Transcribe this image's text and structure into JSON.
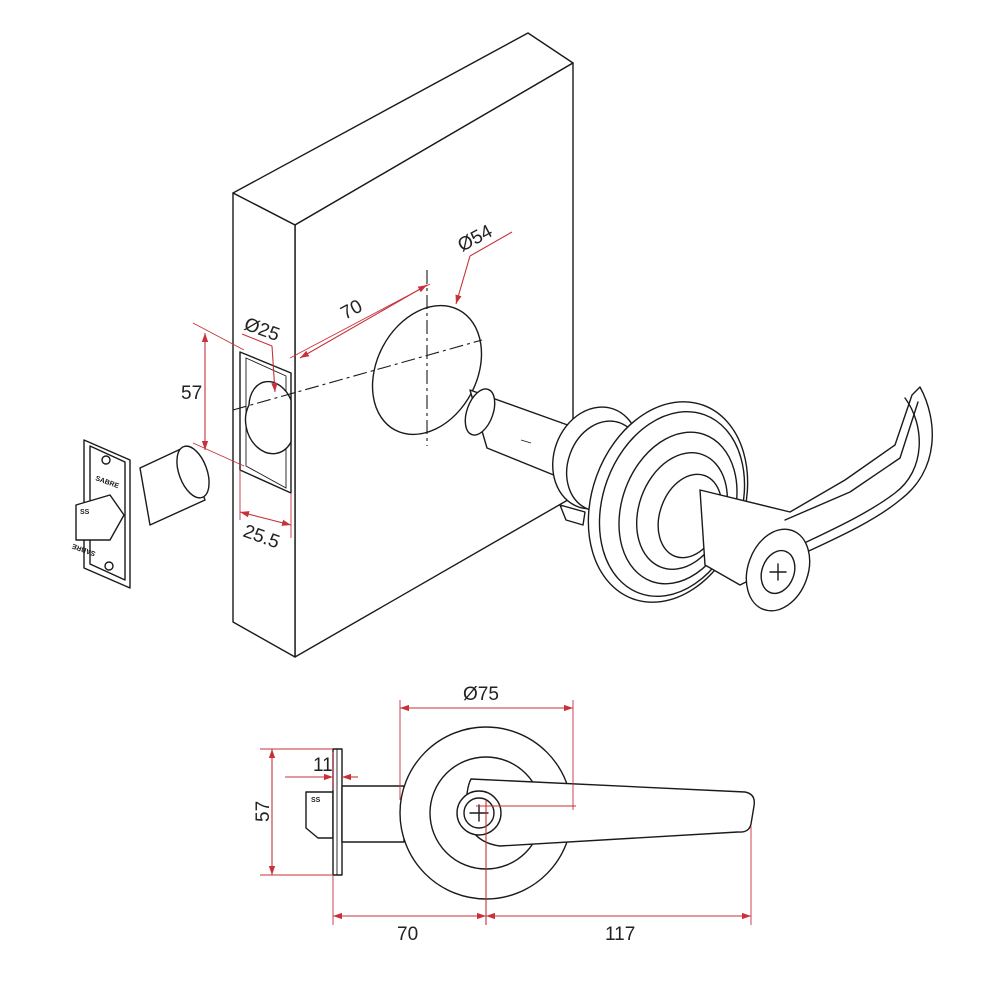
{
  "dimensions": {
    "iso_hole_dia": "Ø54",
    "iso_backset": "70",
    "iso_edge_bore_dia": "Ø25",
    "iso_faceplate_height": "57",
    "iso_faceplate_width": "25.5",
    "side_rose_dia": "Ø75",
    "side_faceplate_height": "57",
    "side_faceplate_thickness": "11",
    "side_backset": "70",
    "side_lever_length": "117"
  },
  "latch_markings": {
    "brand_top": "SABRE",
    "brand_bottom": "SABRE",
    "finish_code": "SS"
  },
  "colors": {
    "line": "#1a1a1a",
    "dimension": "#c8313a",
    "text": "#222222"
  }
}
